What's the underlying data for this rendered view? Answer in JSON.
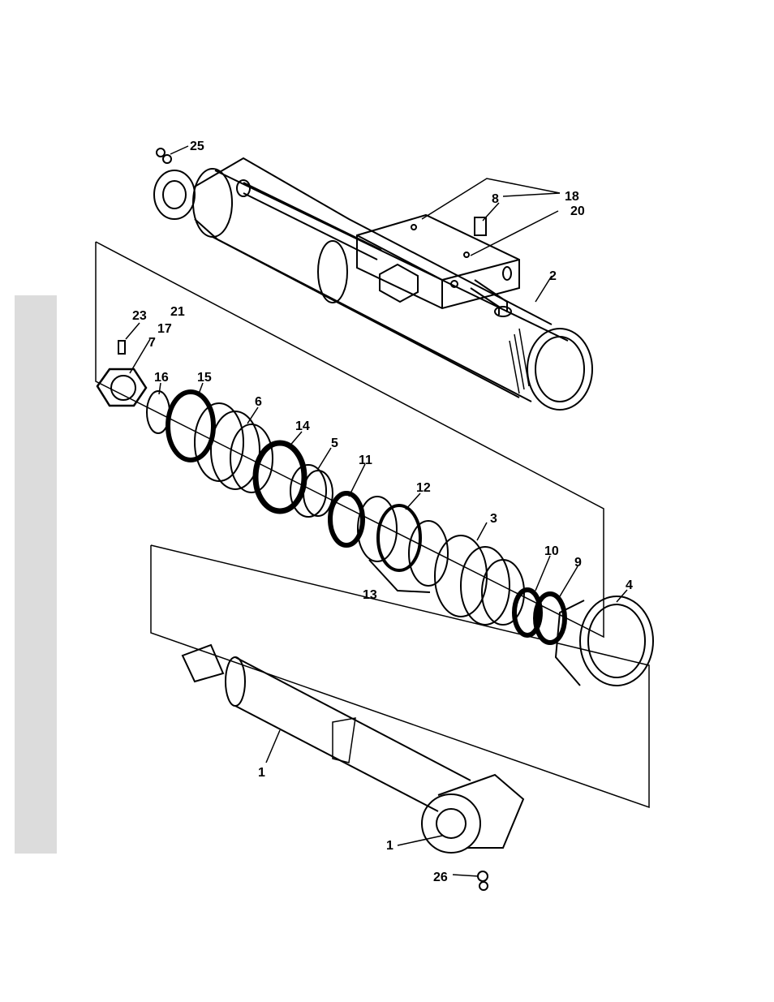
{
  "callouts": {
    "c25": "25",
    "c18": "18",
    "c20": "20",
    "c8": "8",
    "c2": "2",
    "c23": "23",
    "c21": "21",
    "c17": "17",
    "c7": "7",
    "c16": "16",
    "c15": "15",
    "c6": "6",
    "c14": "14",
    "c5": "5",
    "c11": "11",
    "c12": "12",
    "c3": "3",
    "c10": "10",
    "c9": "9",
    "c4": "4",
    "c13": "13",
    "c1a": "1",
    "c1b": "1",
    "c26": "26"
  }
}
